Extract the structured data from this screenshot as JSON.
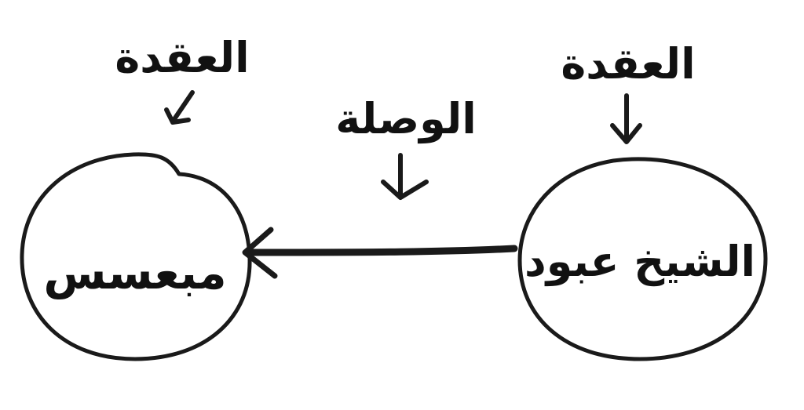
{
  "diagram": {
    "nodes": [
      {
        "id": "left",
        "name": "مبعسس",
        "annotation": "العقدة"
      },
      {
        "id": "right",
        "name": "الشيخ عبود",
        "annotation": "العقدة"
      }
    ],
    "edge": {
      "from": "right",
      "to": "left",
      "annotation": "الوصلة"
    }
  },
  "colors": {
    "ink": "#1a1a1a",
    "background": "#ffffff"
  }
}
